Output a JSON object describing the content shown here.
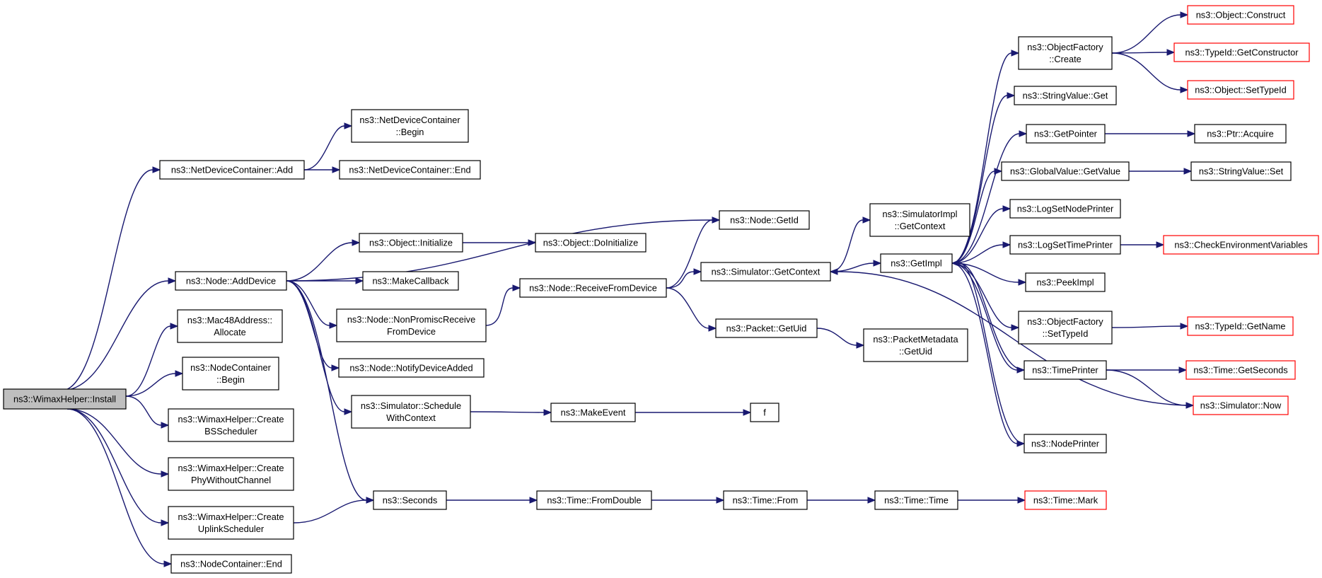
{
  "graph": {
    "style": {
      "edge_color": "#191970",
      "node_border": "#000000",
      "truncated_node_border": "#ff0000",
      "root_fill": "#bfbfbf",
      "node_fill": "#ffffff"
    },
    "nodes": [
      {
        "id": "install",
        "lines": [
          "ns3::WimaxHelper::Install"
        ],
        "root": true
      },
      {
        "id": "ndc_add",
        "lines": [
          "ns3::NetDeviceContainer::Add"
        ]
      },
      {
        "id": "ndc_begin",
        "lines": [
          "ns3::NetDeviceContainer",
          "::Begin"
        ]
      },
      {
        "id": "ndc_end",
        "lines": [
          "ns3::NetDeviceContainer::End"
        ]
      },
      {
        "id": "node_adddevice",
        "lines": [
          "ns3::Node::AddDevice"
        ]
      },
      {
        "id": "mac48_alloc",
        "lines": [
          "ns3::Mac48Address::",
          "Allocate"
        ]
      },
      {
        "id": "nc_begin",
        "lines": [
          "ns3::NodeContainer",
          "::Begin"
        ]
      },
      {
        "id": "create_bs",
        "lines": [
          "ns3::WimaxHelper::Create",
          "BSScheduler"
        ]
      },
      {
        "id": "create_phy",
        "lines": [
          "ns3::WimaxHelper::Create",
          "PhyWithoutChannel"
        ]
      },
      {
        "id": "create_ul",
        "lines": [
          "ns3::WimaxHelper::Create",
          "UplinkScheduler"
        ]
      },
      {
        "id": "nc_end",
        "lines": [
          "ns3::NodeContainer::End"
        ]
      },
      {
        "id": "obj_init",
        "lines": [
          "ns3::Object::Initialize"
        ]
      },
      {
        "id": "makecallback",
        "lines": [
          "ns3::MakeCallback"
        ]
      },
      {
        "id": "nonpromisc",
        "lines": [
          "ns3::Node::NonPromiscReceive",
          "FromDevice"
        ]
      },
      {
        "id": "notifyadded",
        "lines": [
          "ns3::Node::NotifyDeviceAdded"
        ]
      },
      {
        "id": "schedwithctx",
        "lines": [
          "ns3::Simulator::Schedule",
          "WithContext"
        ]
      },
      {
        "id": "seconds",
        "lines": [
          "ns3::Seconds"
        ]
      },
      {
        "id": "obj_doinit",
        "lines": [
          "ns3::Object::DoInitialize"
        ]
      },
      {
        "id": "recvfromdev",
        "lines": [
          "ns3::Node::ReceiveFromDevice"
        ]
      },
      {
        "id": "makeevent",
        "lines": [
          "ns3::MakeEvent"
        ]
      },
      {
        "id": "f",
        "lines": [
          "f"
        ]
      },
      {
        "id": "t_fromdouble",
        "lines": [
          "ns3::Time::FromDouble"
        ]
      },
      {
        "id": "t_from",
        "lines": [
          "ns3::Time::From"
        ]
      },
      {
        "id": "t_time",
        "lines": [
          "ns3::Time::Time"
        ]
      },
      {
        "id": "t_mark",
        "lines": [
          "ns3::Time::Mark"
        ],
        "truncated": true
      },
      {
        "id": "node_getid",
        "lines": [
          "ns3::Node::GetId"
        ]
      },
      {
        "id": "sim_getctx",
        "lines": [
          "ns3::Simulator::GetContext"
        ]
      },
      {
        "id": "pkt_getuid",
        "lines": [
          "ns3::Packet::GetUid"
        ]
      },
      {
        "id": "simimpl_getctx",
        "lines": [
          "ns3::SimulatorImpl",
          "::GetContext"
        ]
      },
      {
        "id": "getimpl",
        "lines": [
          "ns3::GetImpl"
        ]
      },
      {
        "id": "pktmeta_getuid",
        "lines": [
          "ns3::PacketMetadata",
          "::GetUid"
        ]
      },
      {
        "id": "of_create",
        "lines": [
          "ns3::ObjectFactory",
          "::Create"
        ]
      },
      {
        "id": "sv_get",
        "lines": [
          "ns3::StringValue::Get"
        ]
      },
      {
        "id": "getpointer",
        "lines": [
          "ns3::GetPointer"
        ]
      },
      {
        "id": "gv_getvalue",
        "lines": [
          "ns3::GlobalValue::GetValue"
        ]
      },
      {
        "id": "lognodeprinter",
        "lines": [
          "ns3::LogSetNodePrinter"
        ]
      },
      {
        "id": "logtimeprinter",
        "lines": [
          "ns3::LogSetTimePrinter"
        ]
      },
      {
        "id": "peekimpl",
        "lines": [
          "ns3::PeekImpl"
        ]
      },
      {
        "id": "of_settypeid",
        "lines": [
          "ns3::ObjectFactory",
          "::SetTypeId"
        ]
      },
      {
        "id": "timeprinter",
        "lines": [
          "ns3::TimePrinter"
        ]
      },
      {
        "id": "nodeprinter",
        "lines": [
          "ns3::NodePrinter"
        ]
      },
      {
        "id": "obj_construct",
        "lines": [
          "ns3::Object::Construct"
        ],
        "truncated": true
      },
      {
        "id": "tid_getctor",
        "lines": [
          "ns3::TypeId::GetConstructor"
        ],
        "truncated": true
      },
      {
        "id": "obj_settypeid",
        "lines": [
          "ns3::Object::SetTypeId"
        ],
        "truncated": true
      },
      {
        "id": "ptr_acquire",
        "lines": [
          "ns3::Ptr::Acquire"
        ]
      },
      {
        "id": "sv_set",
        "lines": [
          "ns3::StringValue::Set"
        ]
      },
      {
        "id": "checkenv",
        "lines": [
          "ns3::CheckEnvironmentVariables"
        ],
        "truncated": true
      },
      {
        "id": "tid_getname",
        "lines": [
          "ns3::TypeId::GetName"
        ],
        "truncated": true
      },
      {
        "id": "t_getseconds",
        "lines": [
          "ns3::Time::GetSeconds"
        ],
        "truncated": true
      },
      {
        "id": "sim_now",
        "lines": [
          "ns3::Simulator::Now"
        ],
        "truncated": true
      }
    ],
    "edges": [
      [
        "install",
        "ndc_add"
      ],
      [
        "install",
        "node_adddevice"
      ],
      [
        "install",
        "mac48_alloc"
      ],
      [
        "install",
        "nc_begin"
      ],
      [
        "install",
        "create_bs"
      ],
      [
        "install",
        "create_phy"
      ],
      [
        "install",
        "create_ul"
      ],
      [
        "install",
        "nc_end"
      ],
      [
        "ndc_add",
        "ndc_begin"
      ],
      [
        "ndc_add",
        "ndc_end"
      ],
      [
        "node_adddevice",
        "node_getid"
      ],
      [
        "node_adddevice",
        "obj_init"
      ],
      [
        "node_adddevice",
        "makecallback"
      ],
      [
        "node_adddevice",
        "nonpromisc"
      ],
      [
        "node_adddevice",
        "notifyadded"
      ],
      [
        "node_adddevice",
        "schedwithctx"
      ],
      [
        "node_adddevice",
        "seconds"
      ],
      [
        "create_ul",
        "seconds"
      ],
      [
        "obj_init",
        "obj_doinit"
      ],
      [
        "nonpromisc",
        "recvfromdev"
      ],
      [
        "recvfromdev",
        "node_getid"
      ],
      [
        "recvfromdev",
        "sim_getctx"
      ],
      [
        "recvfromdev",
        "pkt_getuid"
      ],
      [
        "schedwithctx",
        "makeevent"
      ],
      [
        "makeevent",
        "f"
      ],
      [
        "seconds",
        "t_fromdouble"
      ],
      [
        "t_fromdouble",
        "t_from"
      ],
      [
        "t_from",
        "t_time"
      ],
      [
        "t_time",
        "t_mark"
      ],
      [
        "sim_getctx",
        "simimpl_getctx"
      ],
      [
        "sim_getctx",
        "getimpl"
      ],
      [
        "pkt_getuid",
        "pktmeta_getuid"
      ],
      [
        "getimpl",
        "of_create"
      ],
      [
        "getimpl",
        "sv_get"
      ],
      [
        "getimpl",
        "getpointer"
      ],
      [
        "getimpl",
        "gv_getvalue"
      ],
      [
        "getimpl",
        "lognodeprinter"
      ],
      [
        "getimpl",
        "logtimeprinter"
      ],
      [
        "getimpl",
        "peekimpl"
      ],
      [
        "getimpl",
        "of_settypeid"
      ],
      [
        "getimpl",
        "timeprinter"
      ],
      [
        "getimpl",
        "nodeprinter"
      ],
      [
        "of_create",
        "obj_construct"
      ],
      [
        "of_create",
        "tid_getctor"
      ],
      [
        "of_create",
        "obj_settypeid"
      ],
      [
        "getpointer",
        "ptr_acquire"
      ],
      [
        "gv_getvalue",
        "sv_set"
      ],
      [
        "logtimeprinter",
        "checkenv"
      ],
      [
        "of_settypeid",
        "tid_getname"
      ],
      [
        "timeprinter",
        "t_getseconds"
      ],
      [
        "timeprinter",
        "sim_now"
      ],
      [
        "timeprinter",
        "getimpl"
      ],
      [
        "nodeprinter",
        "getimpl"
      ],
      [
        "sim_now",
        "sim_getctx"
      ]
    ]
  }
}
